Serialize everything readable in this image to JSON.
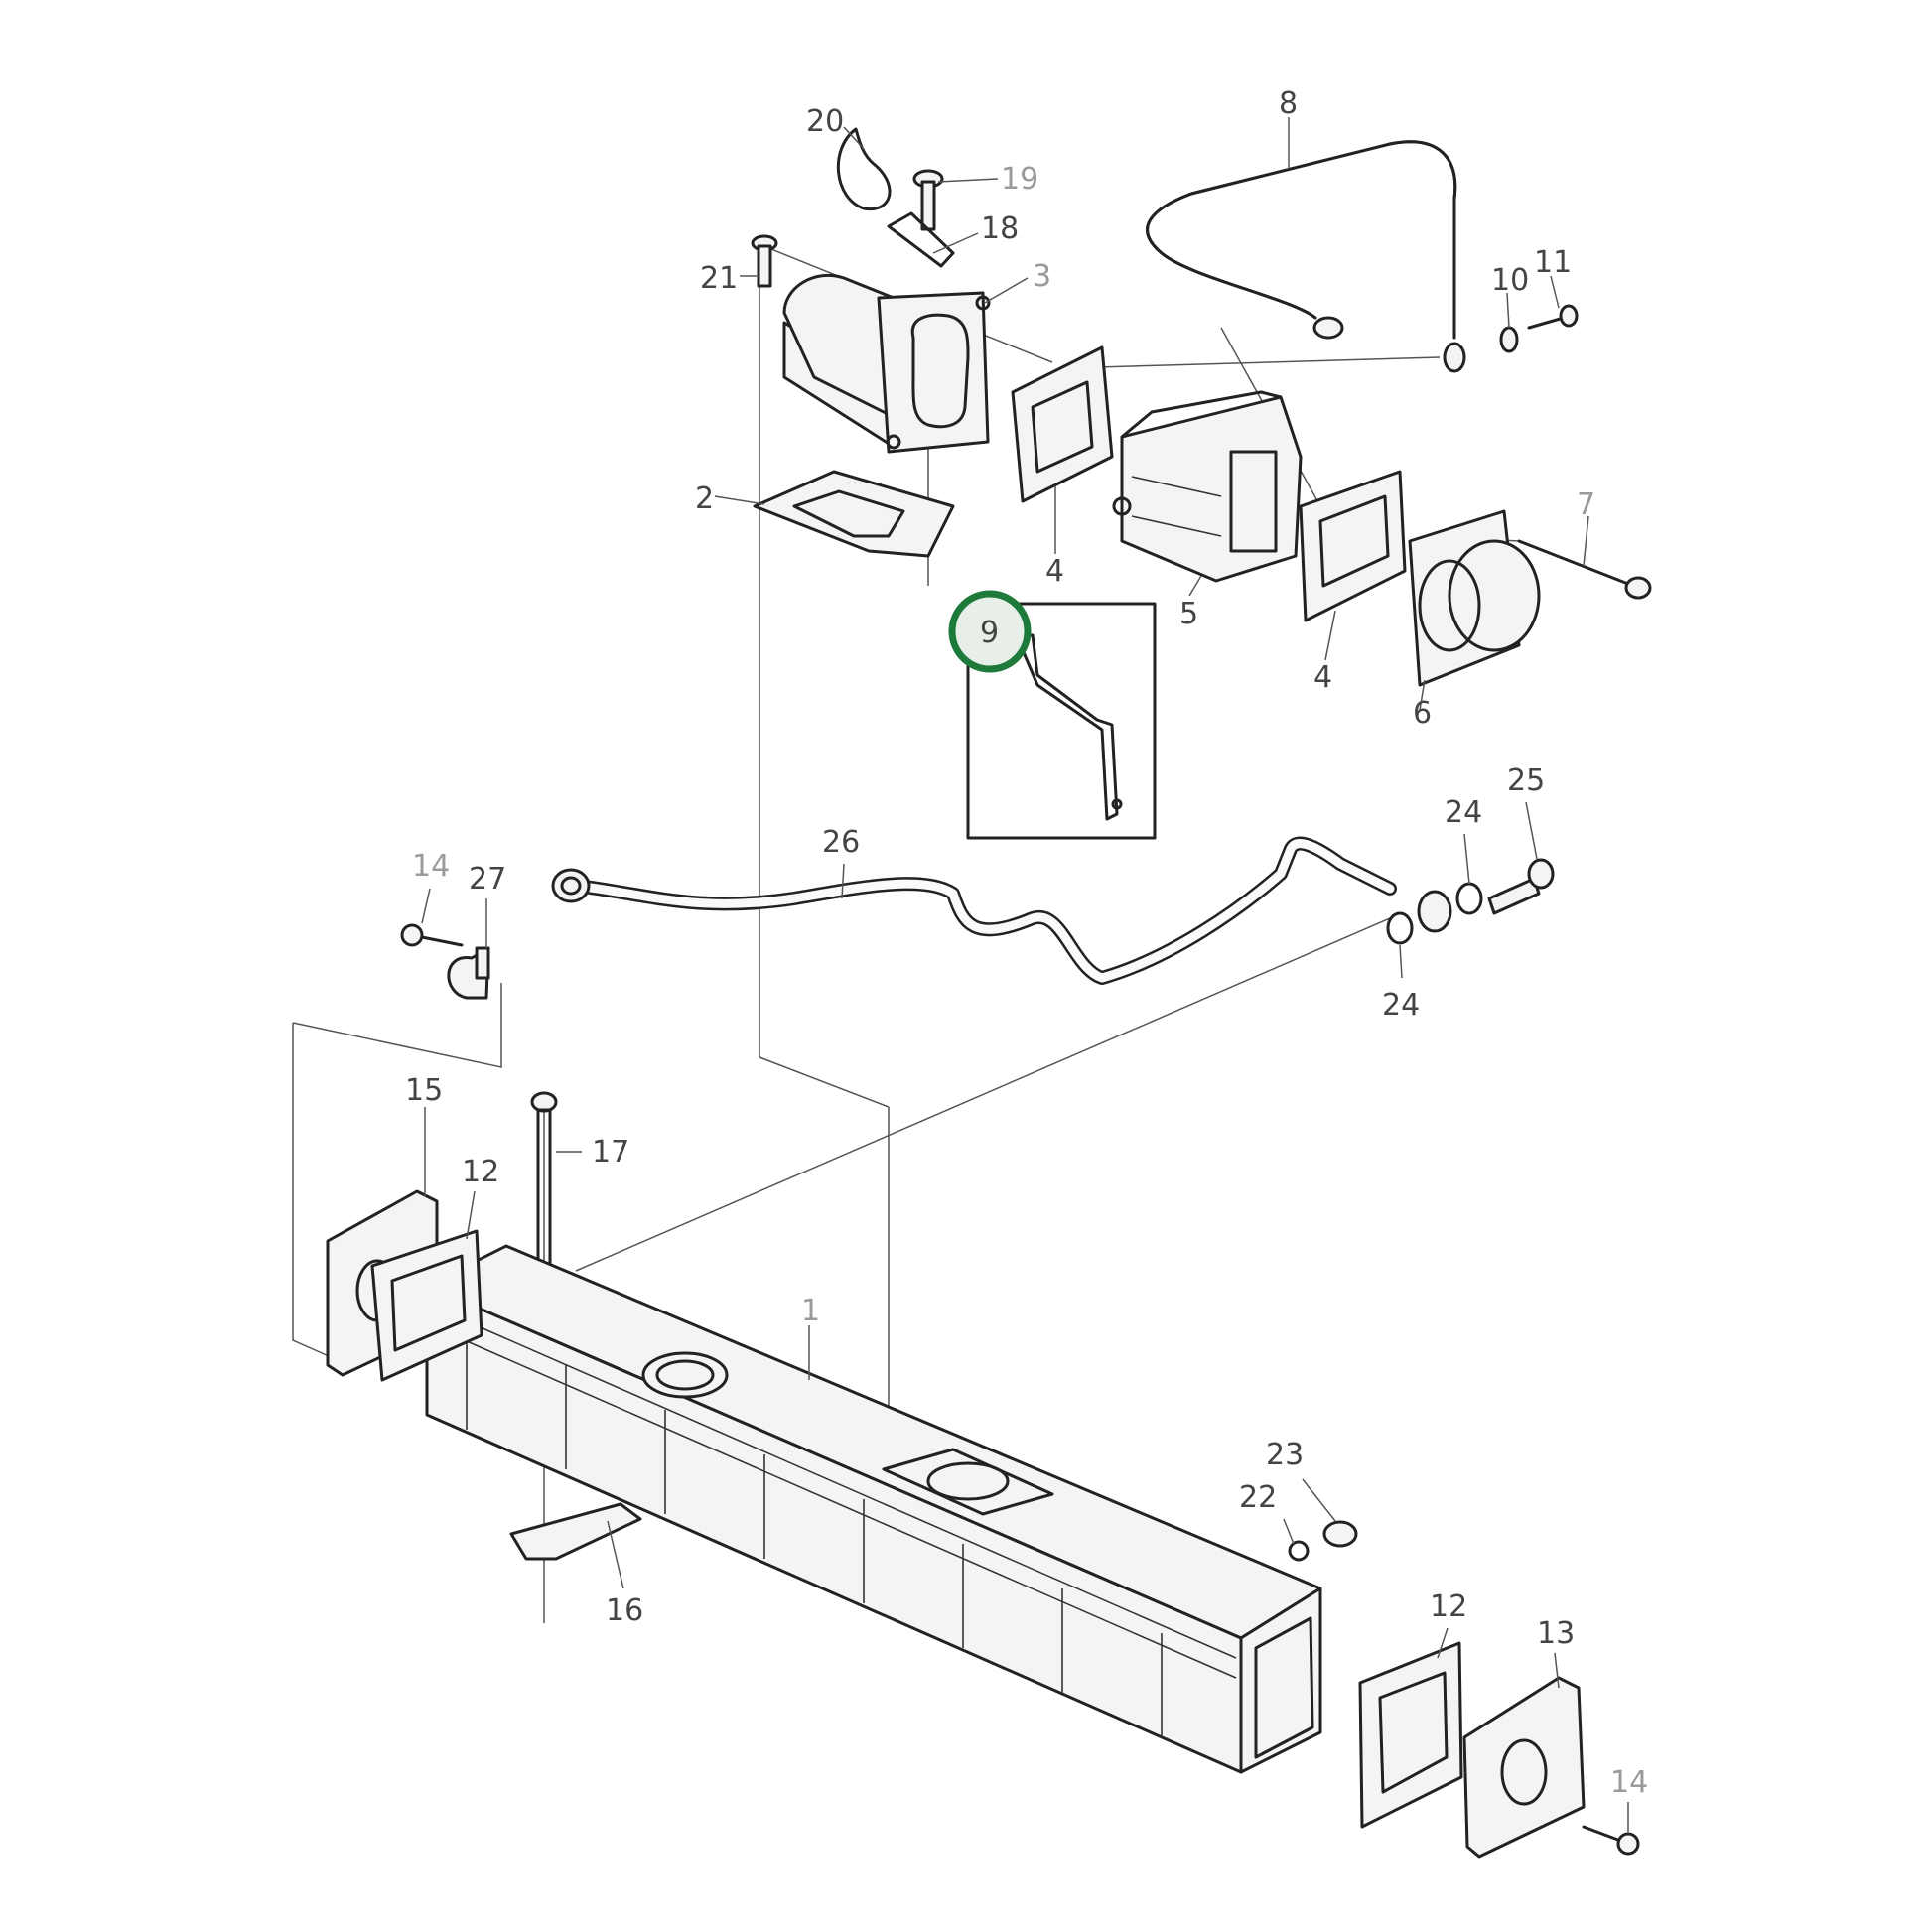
{
  "diagram": {
    "highlight_color": "#1e7a3a",
    "highlighted_part": "9",
    "callouts": [
      {
        "key": "c20",
        "text": "20"
      },
      {
        "key": "c19",
        "text": "19"
      },
      {
        "key": "c18",
        "text": "18"
      },
      {
        "key": "c21",
        "text": "21"
      },
      {
        "key": "c3",
        "text": "3"
      },
      {
        "key": "c8",
        "text": "8"
      },
      {
        "key": "c10",
        "text": "10"
      },
      {
        "key": "c11",
        "text": "11"
      },
      {
        "key": "c2",
        "text": "2"
      },
      {
        "key": "c4a",
        "text": "4"
      },
      {
        "key": "c5",
        "text": "5"
      },
      {
        "key": "c4b",
        "text": "4"
      },
      {
        "key": "c6",
        "text": "6"
      },
      {
        "key": "c7",
        "text": "7"
      },
      {
        "key": "c9",
        "text": "9"
      },
      {
        "key": "c14a",
        "text": "14"
      },
      {
        "key": "c27",
        "text": "27"
      },
      {
        "key": "c26",
        "text": "26"
      },
      {
        "key": "c24a",
        "text": "24"
      },
      {
        "key": "c25",
        "text": "25"
      },
      {
        "key": "c24b",
        "text": "24"
      },
      {
        "key": "c15",
        "text": "15"
      },
      {
        "key": "c12a",
        "text": "12"
      },
      {
        "key": "c17",
        "text": "17"
      },
      {
        "key": "c1",
        "text": "1"
      },
      {
        "key": "c16",
        "text": "16"
      },
      {
        "key": "c23",
        "text": "23"
      },
      {
        "key": "c22",
        "text": "22"
      },
      {
        "key": "c12b",
        "text": "12"
      },
      {
        "key": "c13",
        "text": "13"
      },
      {
        "key": "c14b",
        "text": "14"
      }
    ]
  }
}
